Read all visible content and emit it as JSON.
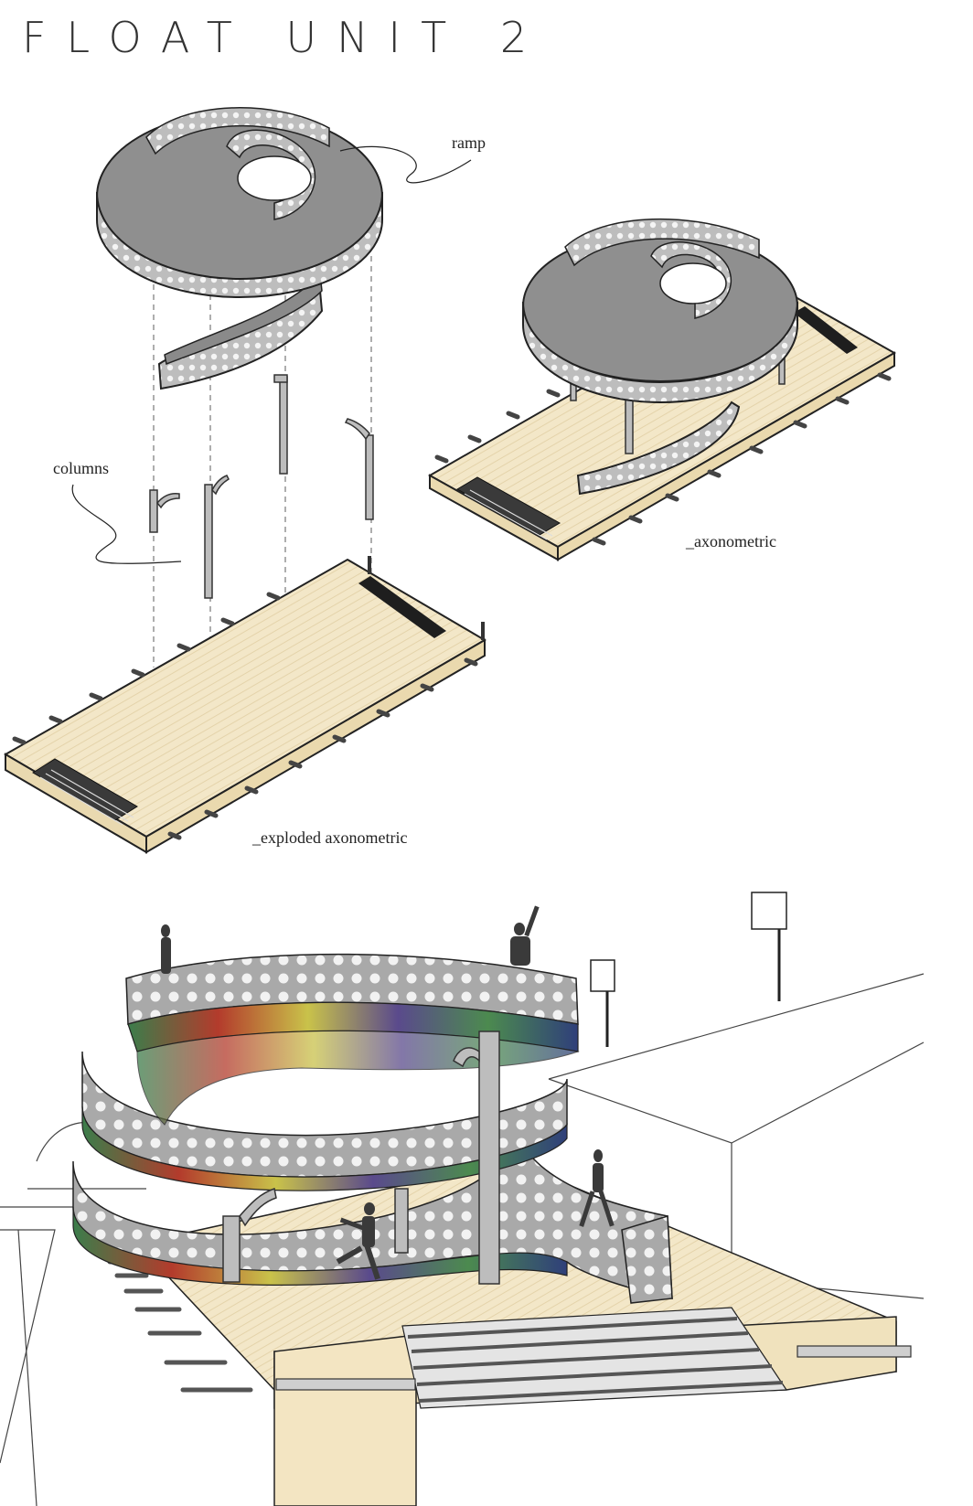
{
  "sheet": {
    "title": "FLOAT UNIT 2"
  },
  "exploded_view": {
    "ramp_label": "ramp",
    "columns_label": "columns",
    "caption": "_exploded axonometric"
  },
  "axonometric_view": {
    "caption": "_axonometric"
  },
  "colors": {
    "deck_wood": "#f2e6c6",
    "ramp_grey": "#8e8e8e",
    "perforated_panel": "#c9c9c9",
    "ink": "#222222"
  }
}
